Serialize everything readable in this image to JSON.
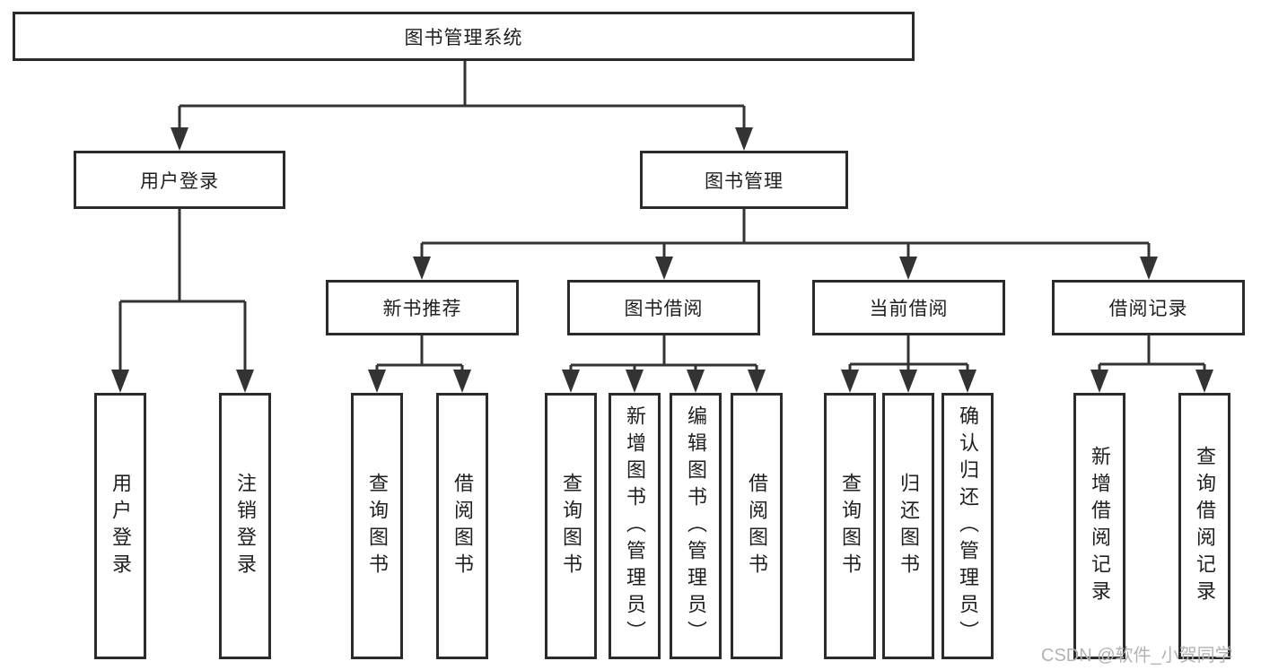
{
  "tree": {
    "root": {
      "label": "图书管理系统",
      "children": [
        {
          "label": "用户登录",
          "children": [
            {
              "label": "用户登录"
            },
            {
              "label": "注销登录"
            }
          ]
        },
        {
          "label": "图书管理",
          "children": [
            {
              "label": "新书推荐",
              "children": [
                {
                  "label": "查询图书"
                },
                {
                  "label": "借阅图书"
                }
              ]
            },
            {
              "label": "图书借阅",
              "children": [
                {
                  "label": "查询图书"
                },
                {
                  "label": "新增图书（管理员）"
                },
                {
                  "label": "编辑图书（管理员）"
                },
                {
                  "label": "借阅图书"
                }
              ]
            },
            {
              "label": "当前借阅",
              "children": [
                {
                  "label": "查询图书"
                },
                {
                  "label": "归还图书"
                },
                {
                  "label": "确认归还（管理员）"
                }
              ]
            },
            {
              "label": "借阅记录",
              "children": [
                {
                  "label": "新增借阅记录"
                },
                {
                  "label": "查询借阅记录"
                }
              ]
            }
          ]
        }
      ]
    }
  },
  "watermark": {
    "text": "CSDN @软件_小贺同学"
  },
  "colors": {
    "line": "#333333",
    "box_border": "#2b2b2b",
    "text": "#1f1f1f",
    "watermark": "#b3b3b3",
    "background": "#ffffff"
  }
}
